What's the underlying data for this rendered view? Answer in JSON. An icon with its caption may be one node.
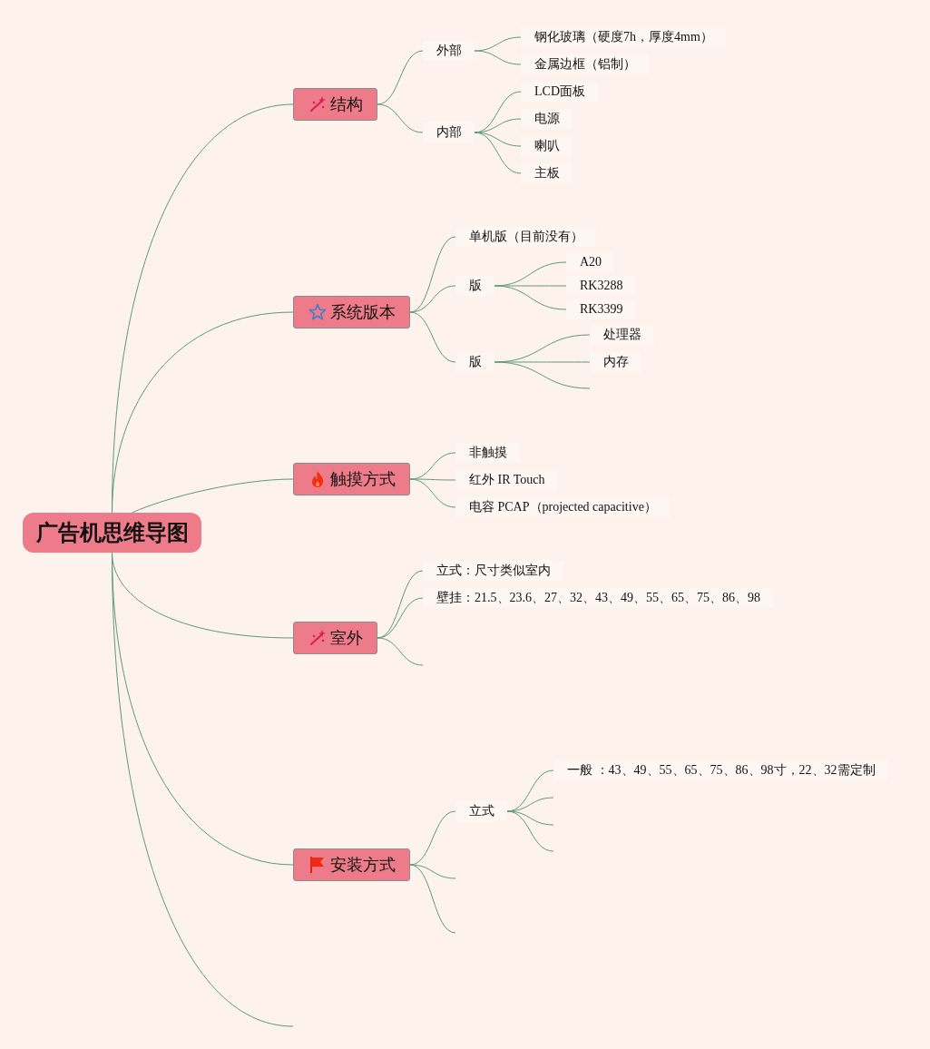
{
  "diagram": {
    "nodes": [
      {
        "text": [
          "广告机思维导图"
        ]
      },
      {
        "text": [
          "结构"
        ]
      },
      {
        "text": [
          "外部"
        ]
      },
      {
        "text": [
          "钢化玻璃（硬度7h，厚度4mm）"
        ]
      },
      {
        "text": [
          "金属边框（铝制）"
        ]
      },
      {
        "text": [
          "内部"
        ]
      },
      {
        "text": [
          "LCD面板"
        ]
      },
      {
        "text": [
          "电源"
        ]
      },
      {
        "text": [
          "喇叭"
        ]
      },
      {
        "text": [
          "主板"
        ]
      },
      {
        "text": [
          "系统版本"
        ]
      },
      {
        "text": [
          "单机版（目前没有）"
        ]
      },
      {
        "text": [
          "版"
        ]
      },
      {
        "text": [
          "A20"
        ]
      },
      {
        "text": [
          "RK3288"
        ]
      },
      {
        "text": [
          "RK3399"
        ]
      },
      {
        "text": [
          "版"
        ]
      },
      {
        "text": [
          "处理器"
        ]
      },
      {
        "text": [
          "内存"
        ]
      },
      {
        "text": [
          "触摸方式"
        ]
      },
      {
        "text": [
          "非触摸"
        ]
      },
      {
        "text": [
          "红外 IR Touch"
        ]
      },
      {
        "text": [
          "电容 PCAP（projected capacitive）"
        ]
      },
      {
        "text": [
          "室外"
        ]
      },
      {
        "text": [
          "立式：尺寸类似室内"
        ]
      },
      {
        "text": [
          "壁挂：21.5、23.6、27、32、43、49、55、65、75、86、98"
        ]
      },
      {
        "text": [
          "安装方式"
        ]
      },
      {
        "text": [
          "立式"
        ]
      },
      {
        "text": [
          "一般 ：43、49、55、65、75、86、98寸，22、32需定制"
        ]
      }
    ],
    "edges": [
      {
        "from": 0,
        "to": 1,
        "arrow": "none"
      },
      {
        "from": 0,
        "to": 10,
        "arrow": "none"
      },
      {
        "from": 0,
        "to": 19,
        "arrow": "none"
      },
      {
        "from": 0,
        "to": 23,
        "arrow": "none"
      },
      {
        "from": 0,
        "to": 26,
        "arrow": "none"
      },
      {
        "from": 0,
        "to": null,
        "arrow": "none"
      },
      {
        "from": 1,
        "to": 2,
        "arrow": "none"
      },
      {
        "from": 1,
        "to": 5,
        "arrow": "none"
      },
      {
        "from": 2,
        "to": 3,
        "arrow": "none"
      },
      {
        "from": 2,
        "to": 4,
        "arrow": "none"
      },
      {
        "from": 5,
        "to": 6,
        "arrow": "none"
      },
      {
        "from": 5,
        "to": 7,
        "arrow": "none"
      },
      {
        "from": 5,
        "to": 8,
        "arrow": "none"
      },
      {
        "from": 5,
        "to": 9,
        "arrow": "none"
      },
      {
        "from": 10,
        "to": 11,
        "arrow": "none"
      },
      {
        "from": 10,
        "to": 12,
        "arrow": "none"
      },
      {
        "from": 10,
        "to": 16,
        "arrow": "none"
      },
      {
        "from": 12,
        "to": 13,
        "arrow": "none"
      },
      {
        "from": 12,
        "to": 14,
        "arrow": "none"
      },
      {
        "from": 12,
        "to": 15,
        "arrow": "none"
      },
      {
        "from": 16,
        "to": 17,
        "arrow": "none"
      },
      {
        "from": 16,
        "to": 18,
        "arrow": "none"
      },
      {
        "from": 16,
        "to": null,
        "arrow": "none"
      },
      {
        "from": 19,
        "to": 20,
        "arrow": "none"
      },
      {
        "from": 19,
        "to": 21,
        "arrow": "none"
      },
      {
        "from": 19,
        "to": 22,
        "arrow": "none"
      },
      {
        "from": 23,
        "to": 24,
        "arrow": "none"
      },
      {
        "from": 23,
        "to": 25,
        "arrow": "none"
      },
      {
        "from": 23,
        "to": null,
        "arrow": "none"
      },
      {
        "from": 26,
        "to": 27,
        "arrow": "none"
      },
      {
        "from": 26,
        "to": null,
        "arrow": "none"
      },
      {
        "from": 26,
        "to": null,
        "arrow": "none"
      },
      {
        "from": 27,
        "to": 28,
        "arrow": "none"
      },
      {
        "from": 27,
        "to": null,
        "arrow": "none"
      },
      {
        "from": 27,
        "to": null,
        "arrow": "none"
      },
      {
        "from": 27,
        "to": null,
        "arrow": "none"
      }
    ]
  }
}
